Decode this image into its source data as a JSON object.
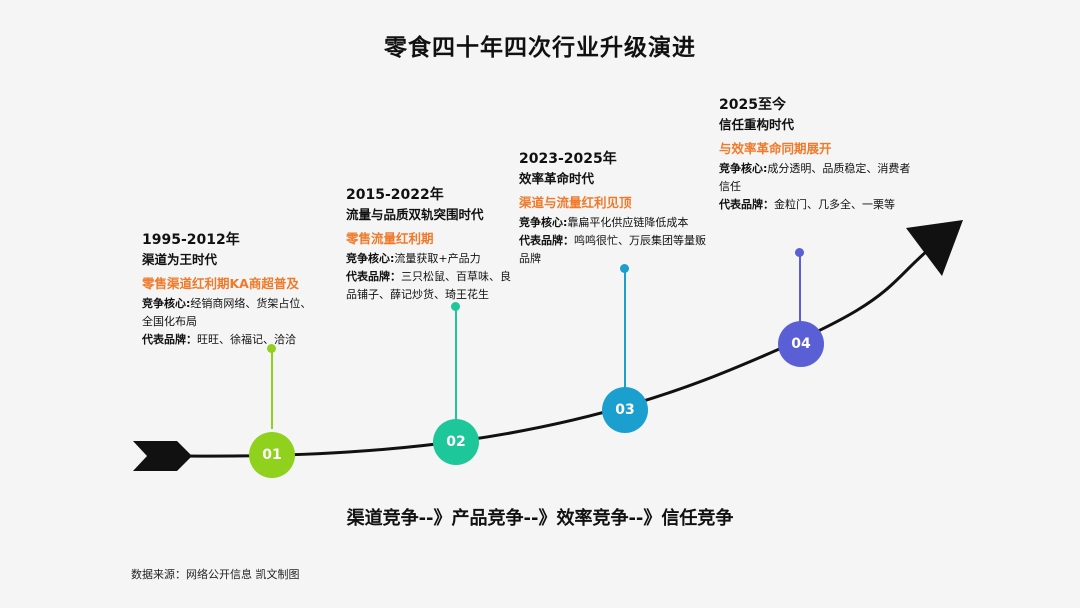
{
  "title": "零食四十年四次行业升级演进",
  "stages": [
    {
      "number": "01",
      "color": "#8fd11c",
      "period": "1995-2012年",
      "era": "渠道为王时代",
      "tag": "零售渠道红利期KA商超普及",
      "core_label": "竞争核心:",
      "core_text": "经销商网络、货架占位、全国化布局",
      "brands_label": "代表品牌：",
      "brands_text": "旺旺、徐福记、洽洽"
    },
    {
      "number": "02",
      "color": "#1ec79a",
      "period": "2015-2022年",
      "era": "流量与品质双轨突围时代",
      "tag": "零售流量红利期",
      "core_label": "竞争核心:",
      "core_text": "流量获取+产品力",
      "brands_label": "代表品牌：",
      "brands_text": "三只松鼠、百草味、良品铺子、薛记炒货、琦王花生"
    },
    {
      "number": "03",
      "color": "#1b9fcf",
      "period": "2023-2025年",
      "era": "效率革命时代",
      "tag": "渠道与流量红利见顶",
      "core_label": "竞争核心:",
      "core_text": "靠扁平化供应链降低成本",
      "brands_label": "代表品牌：",
      "brands_text": "鸣鸣很忙、万辰集团等量贩品牌"
    },
    {
      "number": "04",
      "color": "#5b5fd6",
      "period": "2025至今",
      "era": "信任重构时代",
      "tag": "与效率革命同期展开",
      "core_label": "竞争核心:",
      "core_text": "成分透明、品质稳定、消费者信任",
      "brands_label": "代表品牌：",
      "brands_text": "金粒门、几多全、一栗等"
    }
  ],
  "progression": "渠道竞争--》产品竞争--》效率竞争--》信任竞争",
  "source": "数据来源：网络公开信息  凯文制图"
}
